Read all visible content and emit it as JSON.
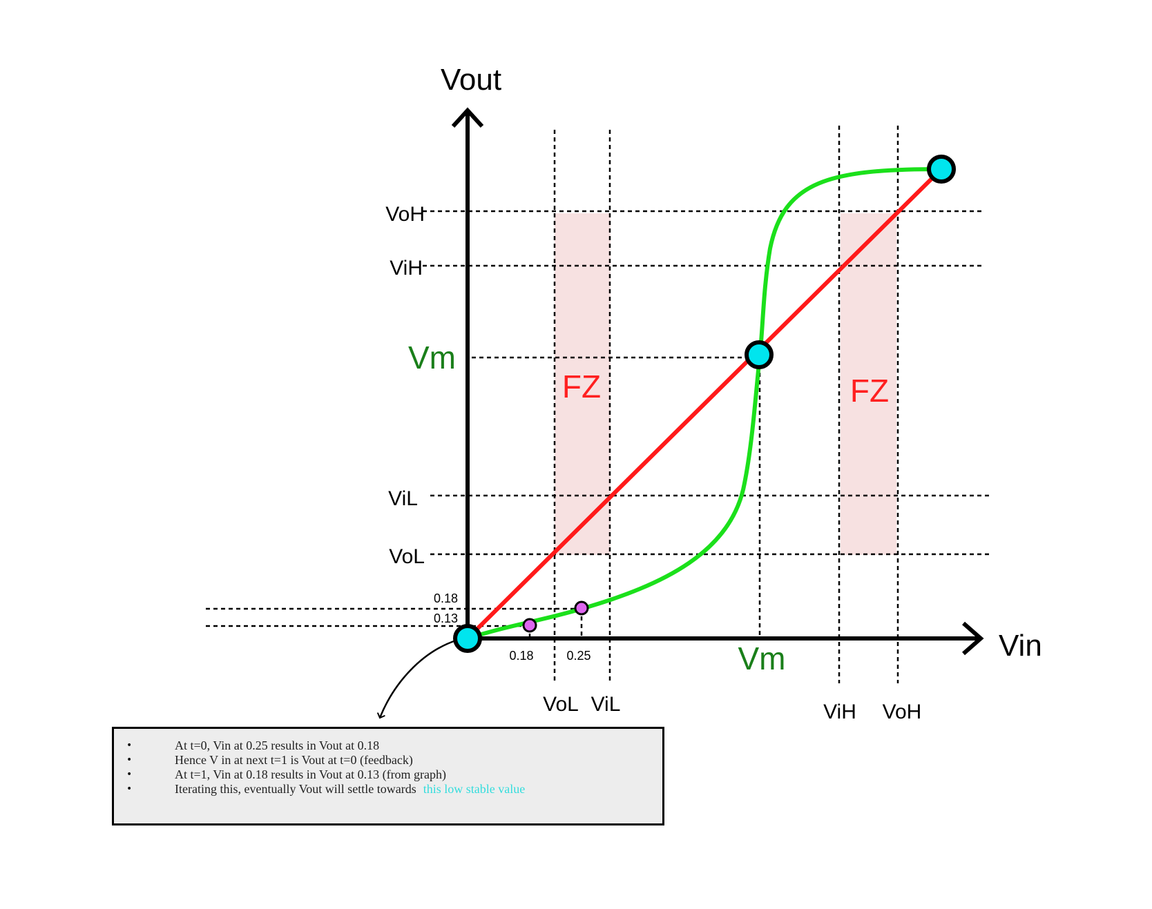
{
  "axes": {
    "x_label": "Vin",
    "y_label": "Vout"
  },
  "y_levels": {
    "voh": "VoH",
    "vih": "ViH",
    "vm": "Vm",
    "vil": "ViL",
    "vol": "VoL",
    "v018": "0.18",
    "v013": "0.13"
  },
  "x_levels": {
    "v018": "0.18",
    "v025": "0.25",
    "vm": "Vm",
    "vol": "VoL",
    "vil": "ViL",
    "vih": "ViH",
    "voh": "VoH"
  },
  "zones": {
    "left_label": "FZ",
    "right_label": "FZ"
  },
  "colors": {
    "transfer_curve": "#1be01b",
    "unity_line": "#ff1a1a",
    "stable_point": "#00e5ee",
    "iteration_point": "#dd66ee",
    "forbidden_zone_fill": "#f7e1e1",
    "vm_label": "#1a7f1a",
    "fz_label": "#ff2020",
    "highlight_text": "#33dddd"
  },
  "notes": {
    "items": [
      "At t=0, Vin at 0.25 results in Vout at 0.18",
      "Hence V in at next t=1 is Vout at t=0 (feedback)",
      "At t=1, Vin at 0.18 results in Vout at 0.13 (from graph)",
      "Iterating this, eventually Vout will settle towards"
    ],
    "highlight": "this low stable value",
    "bullet": "•"
  }
}
